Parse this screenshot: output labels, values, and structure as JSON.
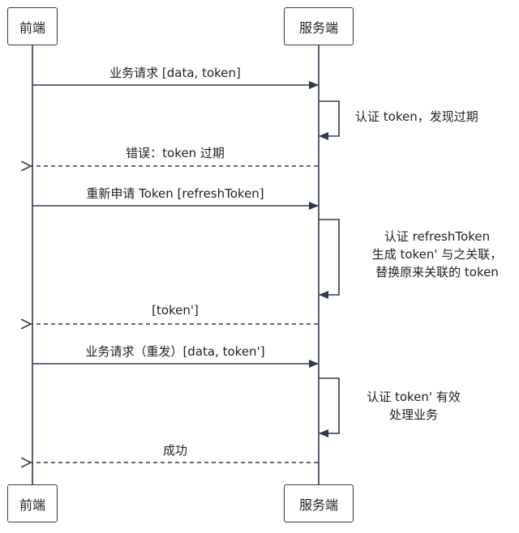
{
  "participants": {
    "client": "前端",
    "server": "服务端"
  },
  "messages": [
    {
      "text": "业务请求 [data, token]",
      "direction": "request",
      "style": "solid"
    },
    {
      "text": "错误：token 过期",
      "direction": "response",
      "style": "dashed"
    },
    {
      "text": "重新申请 Token [refreshToken]",
      "direction": "request",
      "style": "solid"
    },
    {
      "text": "[token']",
      "direction": "response",
      "style": "dashed"
    },
    {
      "text": "业务请求（重发）[data, token']",
      "direction": "request",
      "style": "solid"
    },
    {
      "text": "成功",
      "direction": "response",
      "style": "dashed"
    }
  ],
  "notes": [
    {
      "lines": [
        "认证 token，发现过期"
      ]
    },
    {
      "lines": [
        "认证 refreshToken",
        "生成 token' 与之关联，",
        "替换原来关联的 token"
      ]
    },
    {
      "lines": [
        "认证 token' 有效",
        "处理业务"
      ]
    }
  ],
  "colors": {
    "line": "#2f3b4b"
  }
}
